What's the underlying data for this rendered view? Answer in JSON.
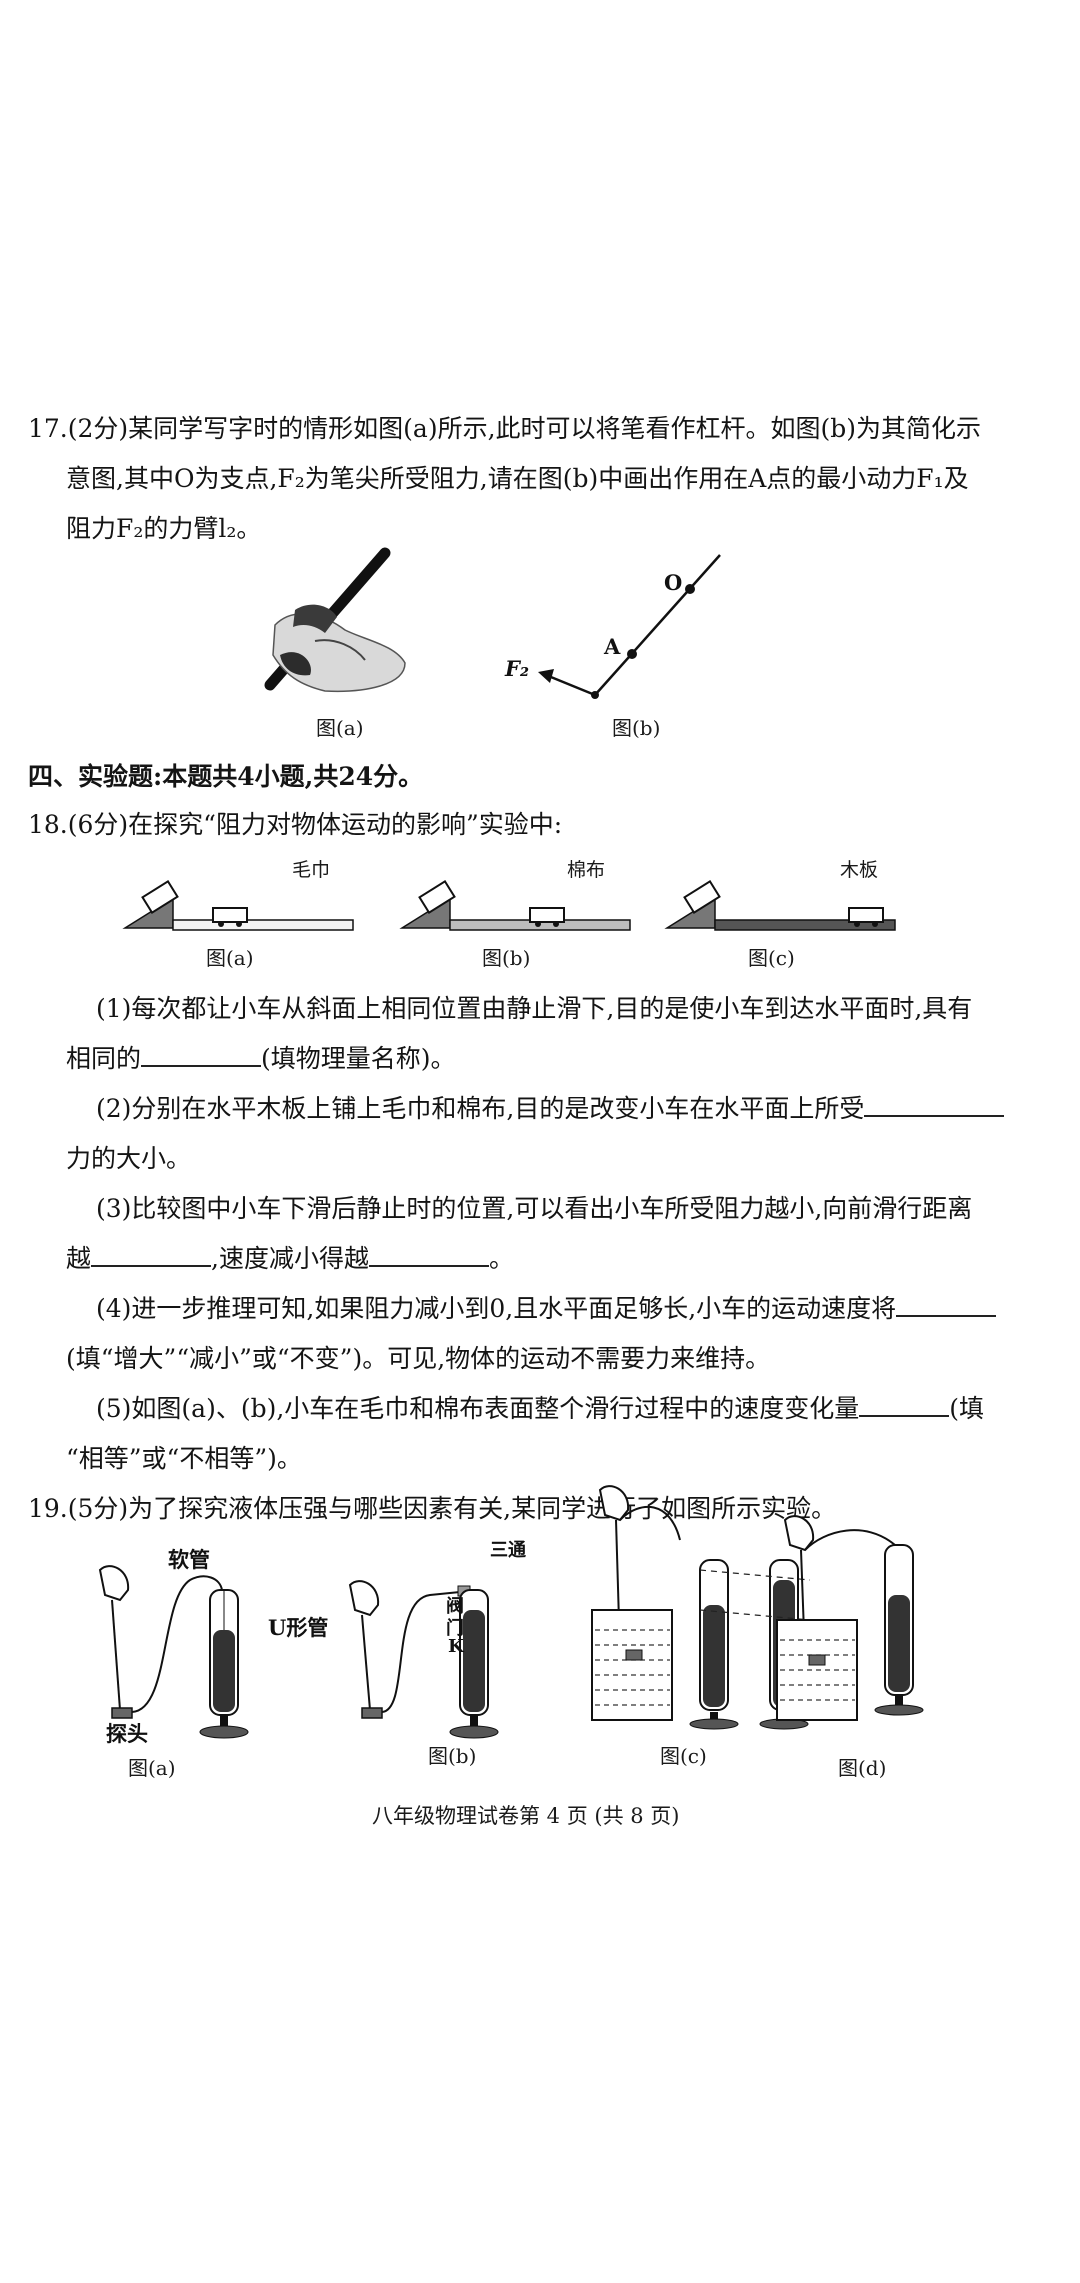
{
  "q17": {
    "line1": "17.(2分)某同学写字时的情形如图(a)所示,此时可以将笔看作杠杆。如图(b)为其简化示",
    "line2": "意图,其中O为支点,F₂为笔尖所受阻力,请在图(b)中画出作用在A点的最小动力F₁及",
    "line3": "阻力F₂的力臂l₂。",
    "fig_a_caption": "图(a)",
    "fig_b_caption": "图(b)",
    "label_O": "O",
    "label_A": "A",
    "label_F2": "F₂"
  },
  "section4": {
    "title": "四、实验题:本题共4小题,共24分。"
  },
  "q18": {
    "intro": "18.(6分)在探究“阻力对物体运动的影响”实验中:",
    "surface_a": "毛巾",
    "surface_b": "棉布",
    "surface_c": "木板",
    "cap_a": "图(a)",
    "cap_b": "图(b)",
    "cap_c": "图(c)",
    "p1_l1": "(1)每次都让小车从斜面上相同位置由静止滑下,目的是使小车到达水平面时,具有",
    "p1_l2a": "相同的",
    "p1_l2b": "(填物理量名称)。",
    "p2_l1a": "(2)分别在水平木板上铺上毛巾和棉布,目的是改变小车在水平面上所受",
    "p2_l2": "力的大小。",
    "p3_l1": "(3)比较图中小车下滑后静止时的位置,可以看出小车所受阻力越小,向前滑行距离",
    "p3_l2a": "越",
    "p3_l2b": ",速度减小得越",
    "p3_l2c": "。",
    "p4_l1a": "(4)进一步推理可知,如果阻力减小到0,且水平面足够长,小车的运动速度将",
    "p4_l2": "(填“增大”“减小”或“不变”)。可见,物体的运动不需要力来维持。",
    "p5_l1a": "(5)如图(a)、(b),小车在毛巾和棉布表面整个滑行过程中的速度变化量",
    "p5_l1b": "(填",
    "p5_l2": "“相等”或“不相等”)。"
  },
  "q19": {
    "intro": "19.(5分)为了探究液体压强与哪些因素有关,某同学进行了如图所示实验。",
    "label_hose": "软管",
    "label_utube": "U形管",
    "label_probe": "探头",
    "label_tee": "三通",
    "label_valve1": "阀",
    "label_valve2": "门",
    "label_valve3": "K",
    "cap_a": "图(a)",
    "cap_b": "图(b)",
    "cap_c": "图(c)",
    "cap_d": "图(d)"
  },
  "footer": {
    "text": "八年级物理试卷第 4 页  (共 8 页)"
  }
}
